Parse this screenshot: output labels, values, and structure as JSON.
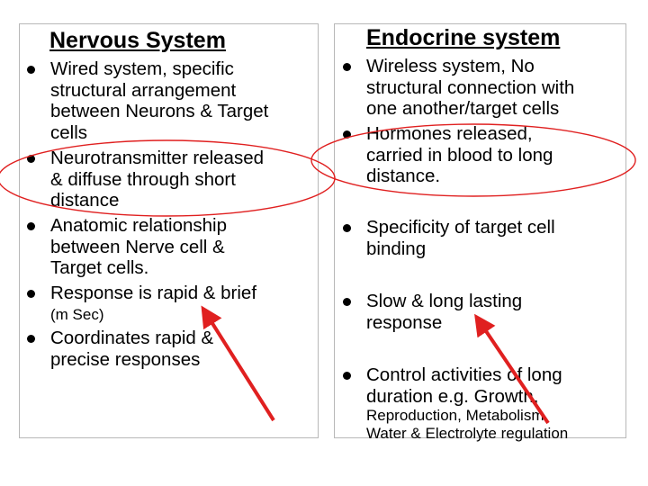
{
  "nervous": {
    "title": "Nervous System",
    "items": [
      {
        "lines": [
          "Wired system, specific",
          "structural arrangement",
          "between Neurons & Target",
          "cells"
        ]
      },
      {
        "lines": [
          "Neurotransmitter released",
          "& diffuse through short",
          "distance"
        ]
      },
      {
        "lines": [
          "Anatomic relationship",
          "between Nerve cell &",
          "Target cells."
        ]
      },
      {
        "lines": [
          "Response is rapid & brief",
          "(m Sec)"
        ]
      },
      {
        "lines": [
          "Coordinates rapid &",
          "precise responses"
        ]
      }
    ]
  },
  "endocrine": {
    "title": "Endocrine system",
    "items": [
      {
        "lines": [
          "Wireless system, No",
          "structural connection with",
          "one another/target cells"
        ]
      },
      {
        "lines": [
          "Hormones released,",
          "carried in blood to long",
          "distance."
        ]
      },
      {
        "lines": [
          "Specificity of target cell",
          "binding"
        ]
      },
      {
        "lines": [
          "Slow & long lasting",
          "response"
        ]
      },
      {
        "lines": [
          "Control activities of long",
          "duration e.g. Growth,",
          "Reproduction, Metabolism,",
          "Water &  Electrolyte regulation"
        ]
      }
    ]
  },
  "colors": {
    "annotation_red": "#e02020",
    "border": "#b8b8b8"
  }
}
